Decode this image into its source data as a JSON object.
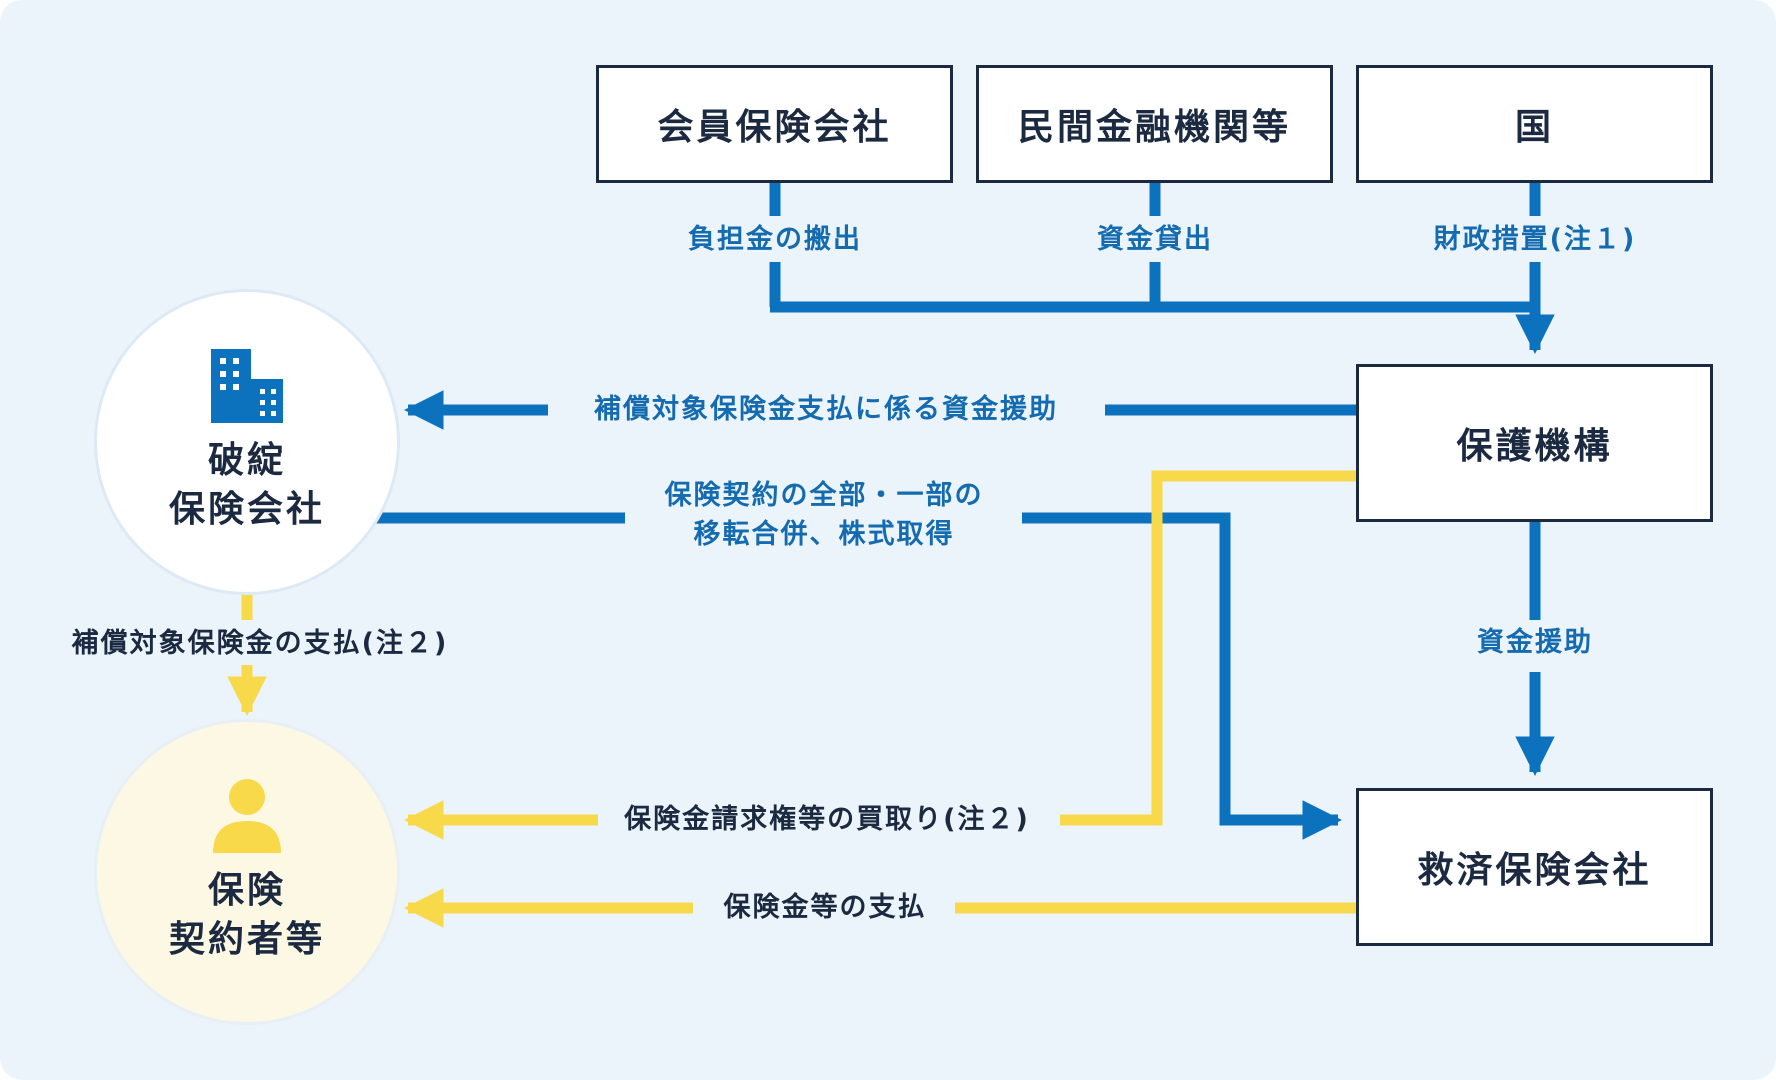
{
  "colors": {
    "background": "#ebf4fb",
    "blue": "#0d72bd",
    "yellow": "#f8d949",
    "box_border": "#1b2a41",
    "label_blue": "#156bb0",
    "label_dark": "#1b2a41"
  },
  "nodes": {
    "member": "会員保険会社",
    "private": "民間金融機関等",
    "state": "国",
    "organization": "保護機構",
    "rescue": "救済保険会社",
    "failed_line1": "破綻",
    "failed_line2": "保険会社",
    "holder_line1": "保険",
    "holder_line2": "契約者等"
  },
  "edges": {
    "member_out": "負担金の搬出",
    "private_out": "資金貸出",
    "state_out": "財政措置(注１)",
    "aid_failed": "補償対象保険金支払に係る資金援助",
    "transfer_line1": "保険契約の全部・一部の",
    "transfer_line2": "移転合併、株式取得",
    "failed_to_holder": "補償対象保険金の支払(注２)",
    "aid_rescue": "資金援助",
    "purchase_claims": "保険金請求権等の買取り(注２)",
    "rescue_payment": "保険金等の支払"
  },
  "icons": {
    "company": "building-icon",
    "holder": "person-icon"
  }
}
